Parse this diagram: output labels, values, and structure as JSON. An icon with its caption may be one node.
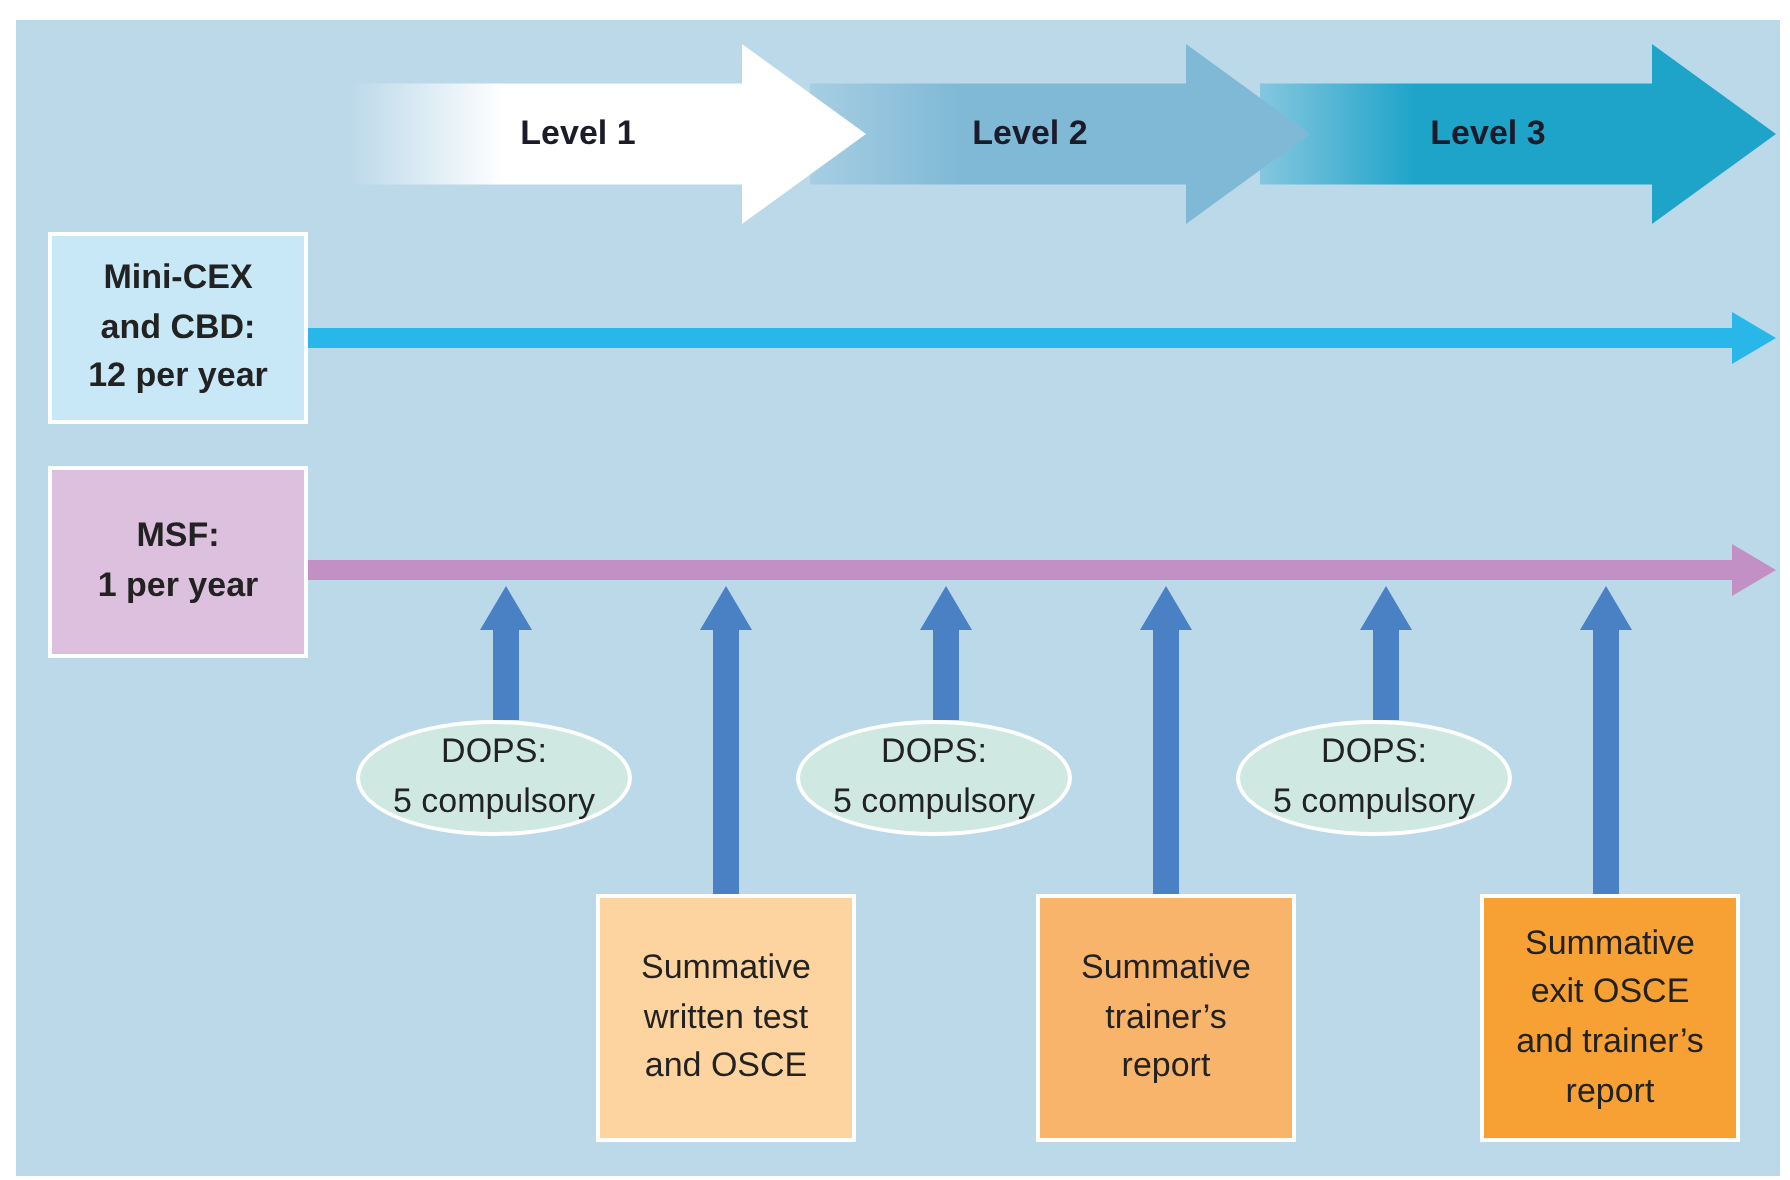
{
  "diagram": {
    "nodes": [
      {
        "text": [
          "Level 1"
        ]
      },
      {
        "text": [
          "Level 2"
        ]
      },
      {
        "text": [
          "Level 3"
        ]
      },
      {
        "text": [
          "Mini-CEX and CBD:",
          "12 per year"
        ]
      },
      {
        "text": [
          "MSF:",
          "1 per year"
        ]
      },
      {
        "text": [
          "DOPS:",
          "5 compulsory"
        ]
      },
      {
        "text": [
          "DOPS:",
          "5 compulsory"
        ]
      },
      {
        "text": [
          "DOPS:",
          "5 compulsory"
        ]
      },
      {
        "text": [
          "Summative written test and OSCE"
        ]
      },
      {
        "text": [
          "Summative trainer’s report"
        ]
      },
      {
        "text": [
          "Summative exit OSCE and trainer’s report"
        ]
      }
    ],
    "edges": [
      {
        "from": 3,
        "to": null,
        "arrow": "to",
        "color": "#29b6e8"
      },
      {
        "from": 4,
        "to": null,
        "arrow": "to",
        "color": "#c290c4"
      },
      {
        "from": 5,
        "to": null,
        "arrow": "to"
      },
      {
        "from": 8,
        "to": null,
        "arrow": "to"
      },
      {
        "from": 6,
        "to": null,
        "arrow": "to"
      },
      {
        "from": 9,
        "to": null,
        "arrow": "to"
      },
      {
        "from": 7,
        "to": null,
        "arrow": "to"
      },
      {
        "from": 10,
        "to": null,
        "arrow": "to"
      }
    ]
  }
}
